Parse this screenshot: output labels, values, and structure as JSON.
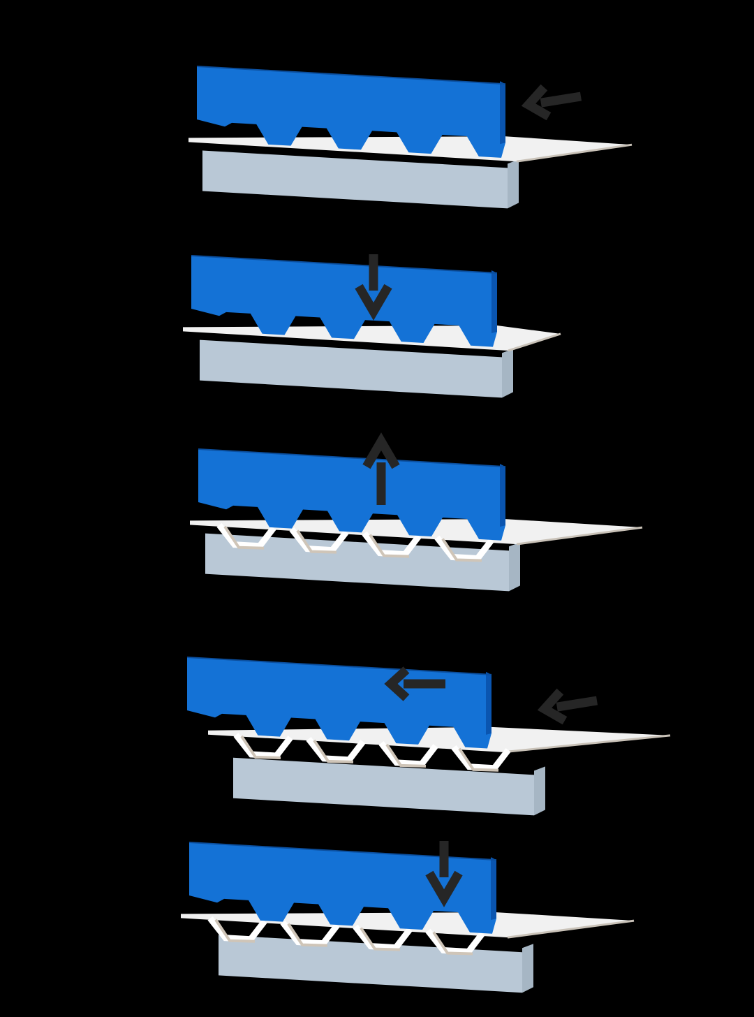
{
  "diagram": {
    "description_visible_text": "",
    "colors": {
      "background": "#000000",
      "upper_die_face": "#1472d6",
      "upper_die_side": "#0a55b0",
      "upper_die_edge": "#0b4f9f",
      "sheet_top": "#f1f1f1",
      "sheet_edge": "#c9c2b8",
      "lower_die_face": "#b9c8d6",
      "lower_die_side": "#a6b6c4",
      "arrow": "#262626",
      "fold_highlight": "#ffffff",
      "fold_shadow": "#cfc5b8"
    },
    "steps": [
      {
        "id": "step-1",
        "arrows": [
          "feed-left"
        ],
        "folds_visible": false
      },
      {
        "id": "step-2",
        "arrows": [
          "press-down"
        ],
        "folds_visible": false
      },
      {
        "id": "step-3",
        "arrows": [
          "lift-up"
        ],
        "folds_visible": true
      },
      {
        "id": "step-4",
        "arrows": [
          "shift-left",
          "feed-left"
        ],
        "folds_visible": true
      },
      {
        "id": "step-5",
        "arrows": [
          "press-down"
        ],
        "folds_visible": true
      }
    ]
  }
}
